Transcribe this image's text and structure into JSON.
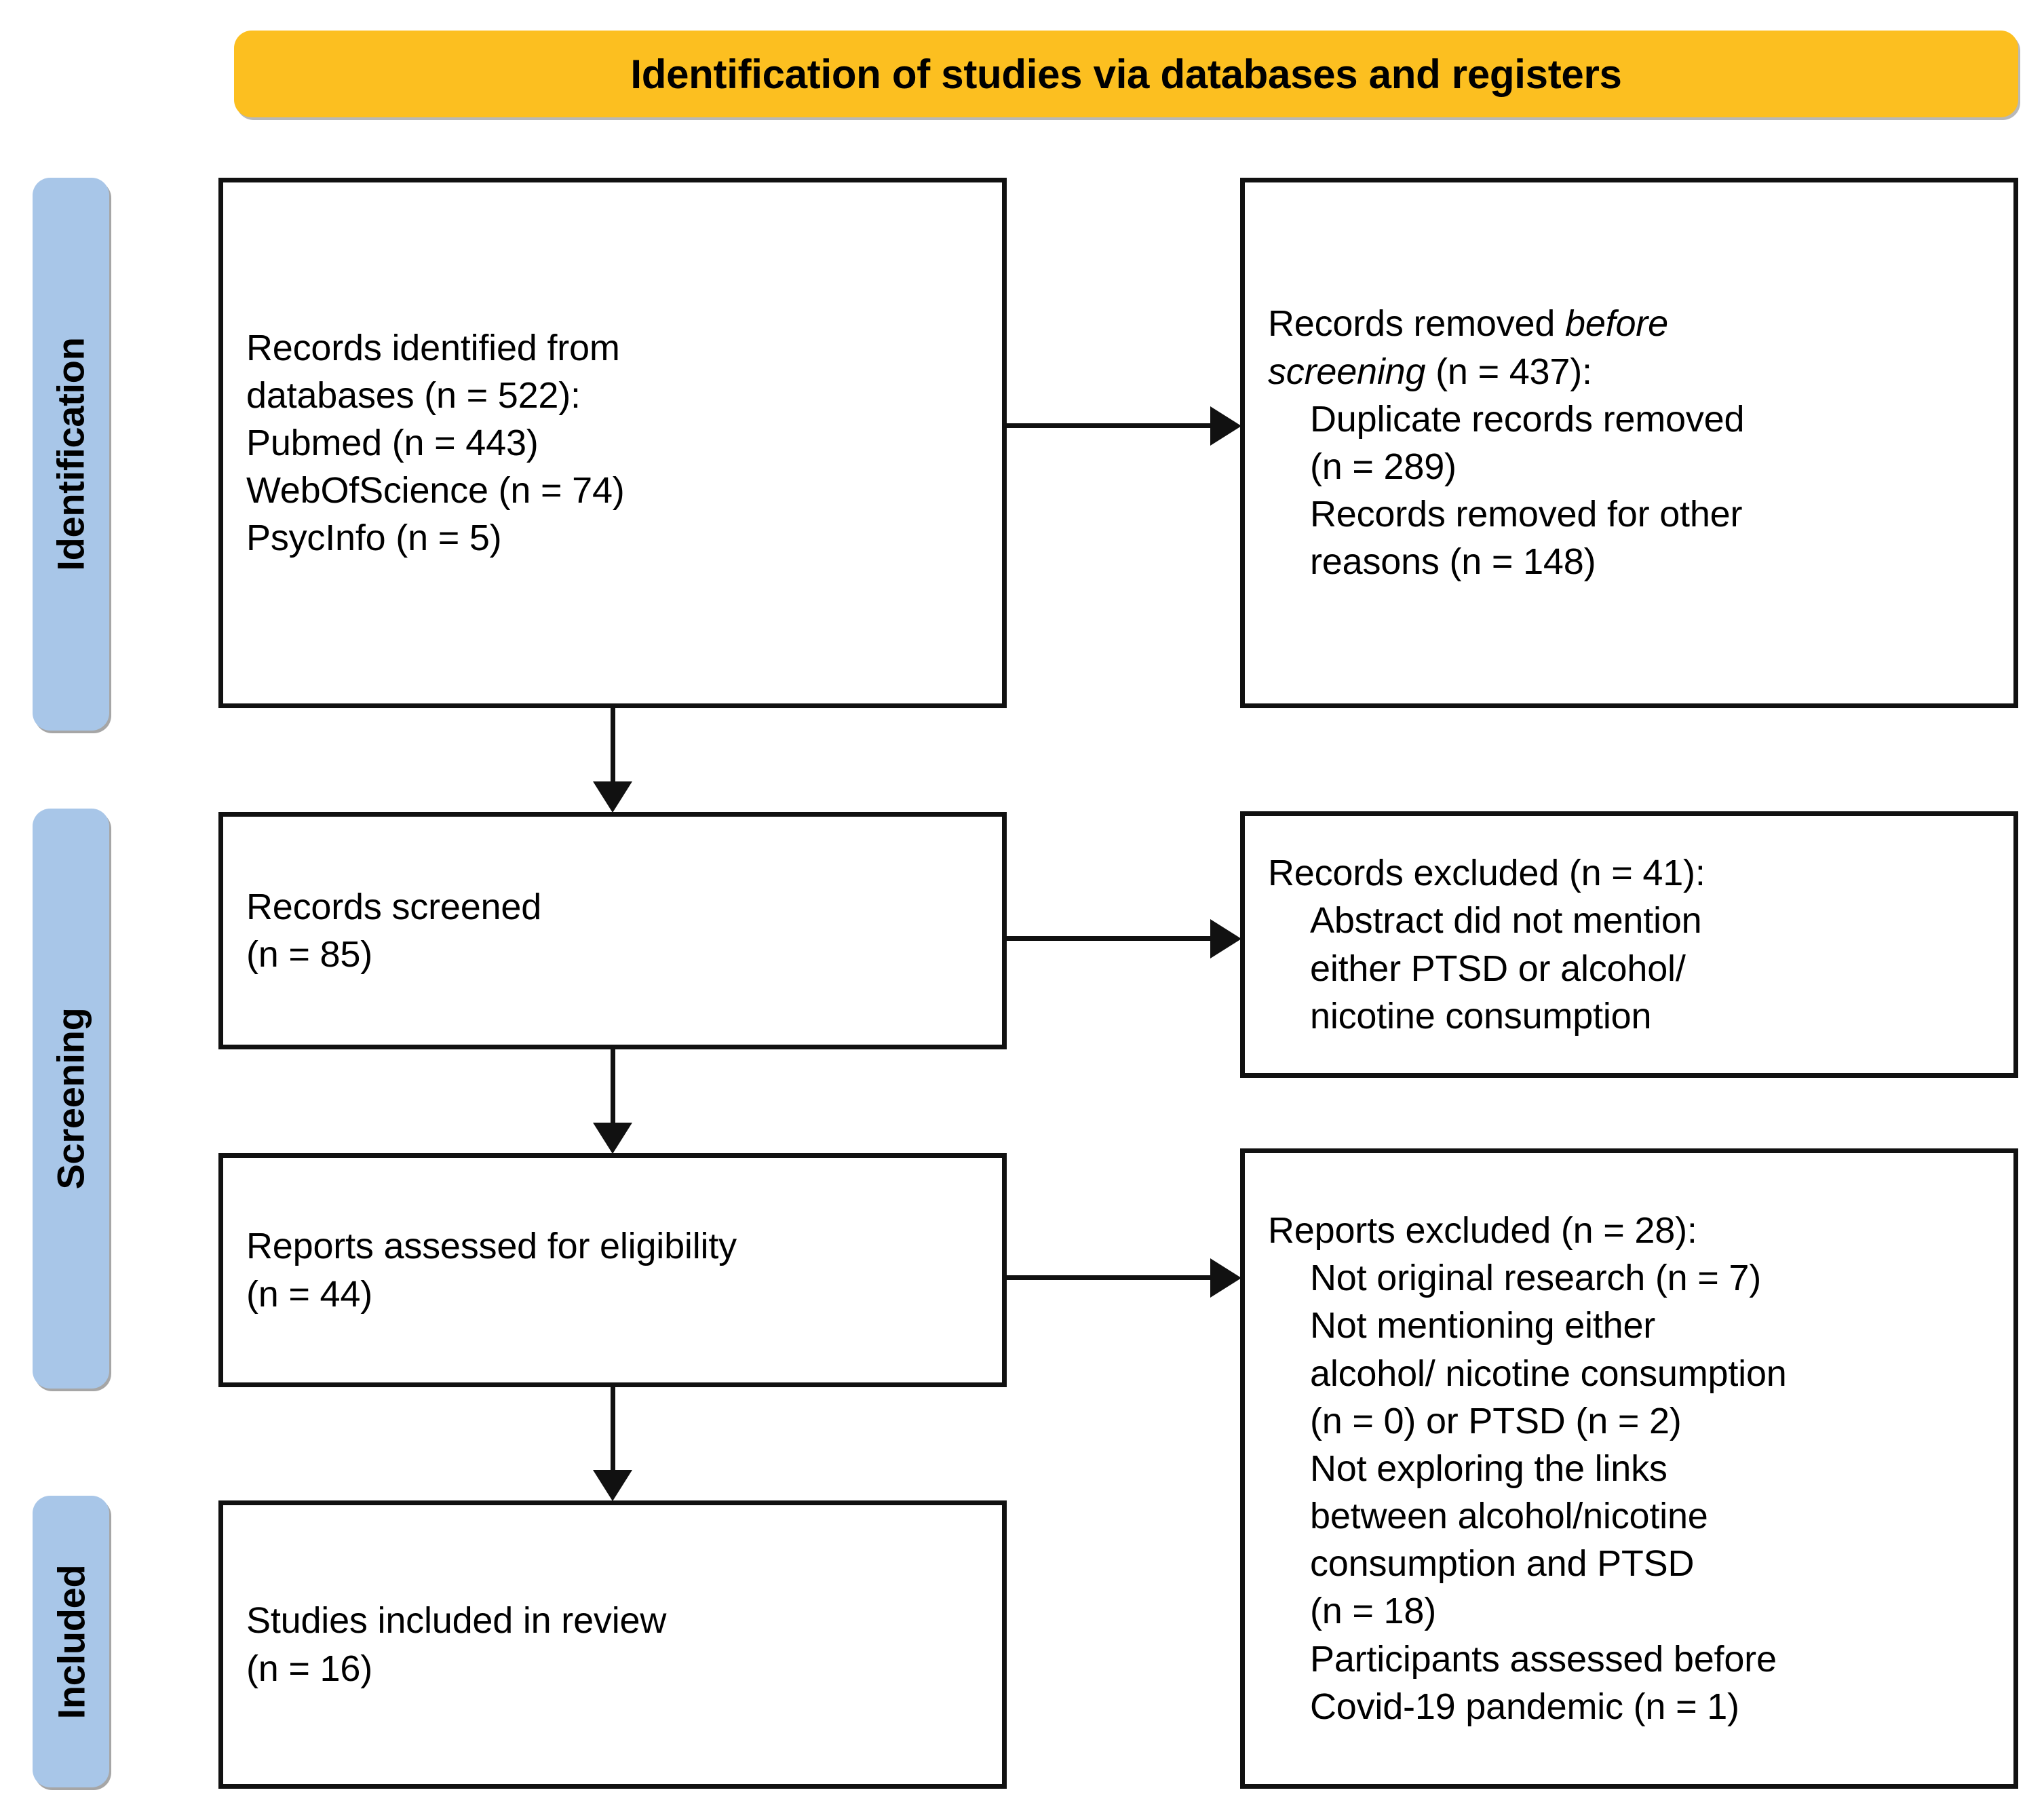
{
  "banner": {
    "title": "Identification of studies via databases and registers",
    "color": "#FCBF20"
  },
  "stages": {
    "color": "#A8C6E8",
    "items": [
      {
        "label": "Identification"
      },
      {
        "label": "Screening"
      },
      {
        "label": "Included"
      }
    ]
  },
  "boxes": {
    "identified": {
      "lines": [
        "Records identified from",
        "databases (n = 522):",
        "Pubmed (n = 443)",
        "WebOfScience (n = 74)",
        "PsycInfo (n = 5)"
      ]
    },
    "removed": {
      "line1_prefix": "Records removed ",
      "line1_italic": "before",
      "line2_italic": "screening",
      "line2_suffix": " (n = 437):",
      "sub_lines": [
        "Duplicate records removed",
        "(n = 289)",
        "Records removed for other",
        "reasons (n = 148)"
      ]
    },
    "screened": {
      "lines": [
        "Records screened",
        "(n = 85)"
      ]
    },
    "records_excluded": {
      "heading": "Records excluded (n = 41):",
      "sub_lines": [
        "Abstract did not mention",
        "either PTSD or alcohol/",
        "nicotine consumption"
      ]
    },
    "eligibility": {
      "lines": [
        "Reports assessed for eligibility",
        "(n = 44)"
      ]
    },
    "reports_excluded": {
      "heading": "Reports excluded (n = 28):",
      "sub_lines": [
        "Not original research (n = 7)",
        "Not mentioning either",
        "alcohol/ nicotine consumption",
        "(n = 0) or PTSD (n = 2)",
        "Not exploring the links",
        "between alcohol/nicotine",
        "consumption and PTSD",
        "(n = 18)",
        "Participants assessed before",
        "Covid-19 pandemic (n = 1)"
      ]
    },
    "included": {
      "lines": [
        "Studies included in review",
        "(n = 16)"
      ]
    }
  },
  "chart_data": {
    "type": "diagram",
    "title": "PRISMA 2020 flow diagram",
    "nodes": [
      {
        "id": "identified",
        "stage": "Identification",
        "label": "Records identified from databases",
        "n": 522,
        "sources": [
          {
            "name": "Pubmed",
            "n": 443
          },
          {
            "name": "WebOfScience",
            "n": 74
          },
          {
            "name": "PsycInfo",
            "n": 5
          }
        ]
      },
      {
        "id": "removed",
        "stage": "Identification",
        "label": "Records removed before screening",
        "n": 437,
        "reasons": [
          {
            "name": "Duplicate records removed",
            "n": 289
          },
          {
            "name": "Records removed for other reasons",
            "n": 148
          }
        ]
      },
      {
        "id": "screened",
        "stage": "Screening",
        "label": "Records screened",
        "n": 85
      },
      {
        "id": "records_excluded",
        "stage": "Screening",
        "label": "Records excluded",
        "n": 41,
        "reasons": [
          {
            "name": "Abstract did not mention either PTSD or alcohol/nicotine consumption",
            "n": 41
          }
        ]
      },
      {
        "id": "eligibility",
        "stage": "Screening",
        "label": "Reports assessed for eligibility",
        "n": 44
      },
      {
        "id": "reports_excluded",
        "stage": "Screening",
        "label": "Reports excluded",
        "n": 28,
        "reasons": [
          {
            "name": "Not original research",
            "n": 7
          },
          {
            "name": "Not mentioning either alcohol/ nicotine consumption",
            "n": 0
          },
          {
            "name": "or PTSD",
            "n": 2
          },
          {
            "name": "Not exploring the links between alcohol/nicotine consumption and PTSD",
            "n": 18
          },
          {
            "name": "Participants assessed before Covid-19 pandemic",
            "n": 1
          }
        ]
      },
      {
        "id": "included",
        "stage": "Included",
        "label": "Studies included in review",
        "n": 16
      }
    ],
    "edges": [
      {
        "from": "identified",
        "to": "removed",
        "direction": "right"
      },
      {
        "from": "identified",
        "to": "screened",
        "direction": "down"
      },
      {
        "from": "screened",
        "to": "records_excluded",
        "direction": "right"
      },
      {
        "from": "screened",
        "to": "eligibility",
        "direction": "down"
      },
      {
        "from": "eligibility",
        "to": "reports_excluded",
        "direction": "right"
      },
      {
        "from": "eligibility",
        "to": "included",
        "direction": "down"
      }
    ]
  }
}
